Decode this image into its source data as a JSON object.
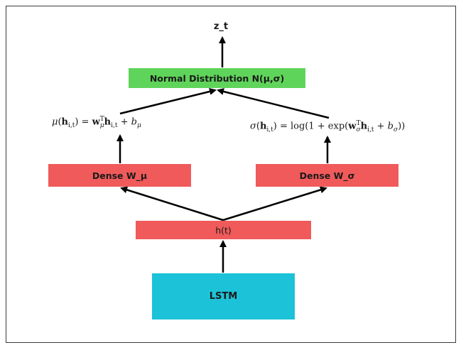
{
  "diagram": {
    "output_label": "z_t",
    "normal_box": "Normal Distribution N(μ,σ)",
    "dense_mu_box": "Dense W_μ",
    "dense_sigma_box": "Dense W_σ",
    "hidden_box": "h(t)",
    "lstm_box": "LSTM",
    "formula_mu": {
      "mu": "μ",
      "h": "h",
      "sub": "i,t",
      "eq": ") = ",
      "w": "w",
      "w_sub": "μ",
      "w_sup": "T",
      "plus": " + ",
      "b": "b",
      "b_sub": "μ"
    },
    "formula_sigma": {
      "sigma": "σ",
      "h": "h",
      "sub": "i,t",
      "eq": ") = log(1 + exp(",
      "w": "w",
      "w_sub": "σ",
      "w_sup": "T",
      "plus": " + ",
      "b": "b",
      "b_sub": "σ",
      "close": "))"
    },
    "colors": {
      "normal_box": "#5fd45a",
      "dense_box": "#f05a5a",
      "hidden_box": "#f05a5a",
      "lstm_box": "#1cc2d8",
      "arrow": "#000000"
    }
  }
}
